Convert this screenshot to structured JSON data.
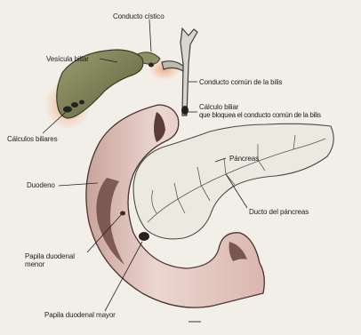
{
  "diagram": {
    "labels": {
      "cystic_duct": "Conducto cístico",
      "gallbladder": "Vesícula biliar",
      "common_bile_duct": "Conducto común de la bilis",
      "blocking_stone_line1": "Cálculo biliar",
      "blocking_stone_line2": "que bloquea el conducto común de la bilis",
      "pancreas": "Páncreas",
      "gallstones": "Cálculos biliares",
      "duodenum": "Duodeno",
      "pancreatic_duct": "Ducto del páncreas",
      "minor_papilla_line1": "Papila duodenal",
      "minor_papilla_line2": "menor",
      "major_papilla": "Papila duodenal mayor"
    },
    "colors": {
      "background": "#f2efe9",
      "gallbladder": "#7c8056",
      "duodenum": "#e8cfc9",
      "duodenum_shadow": "#6e4a45",
      "pancreas": "#ece9e1",
      "duct_lines": "#555555",
      "stone": "#2a2a2a",
      "inflammation": "#e8845a"
    }
  }
}
